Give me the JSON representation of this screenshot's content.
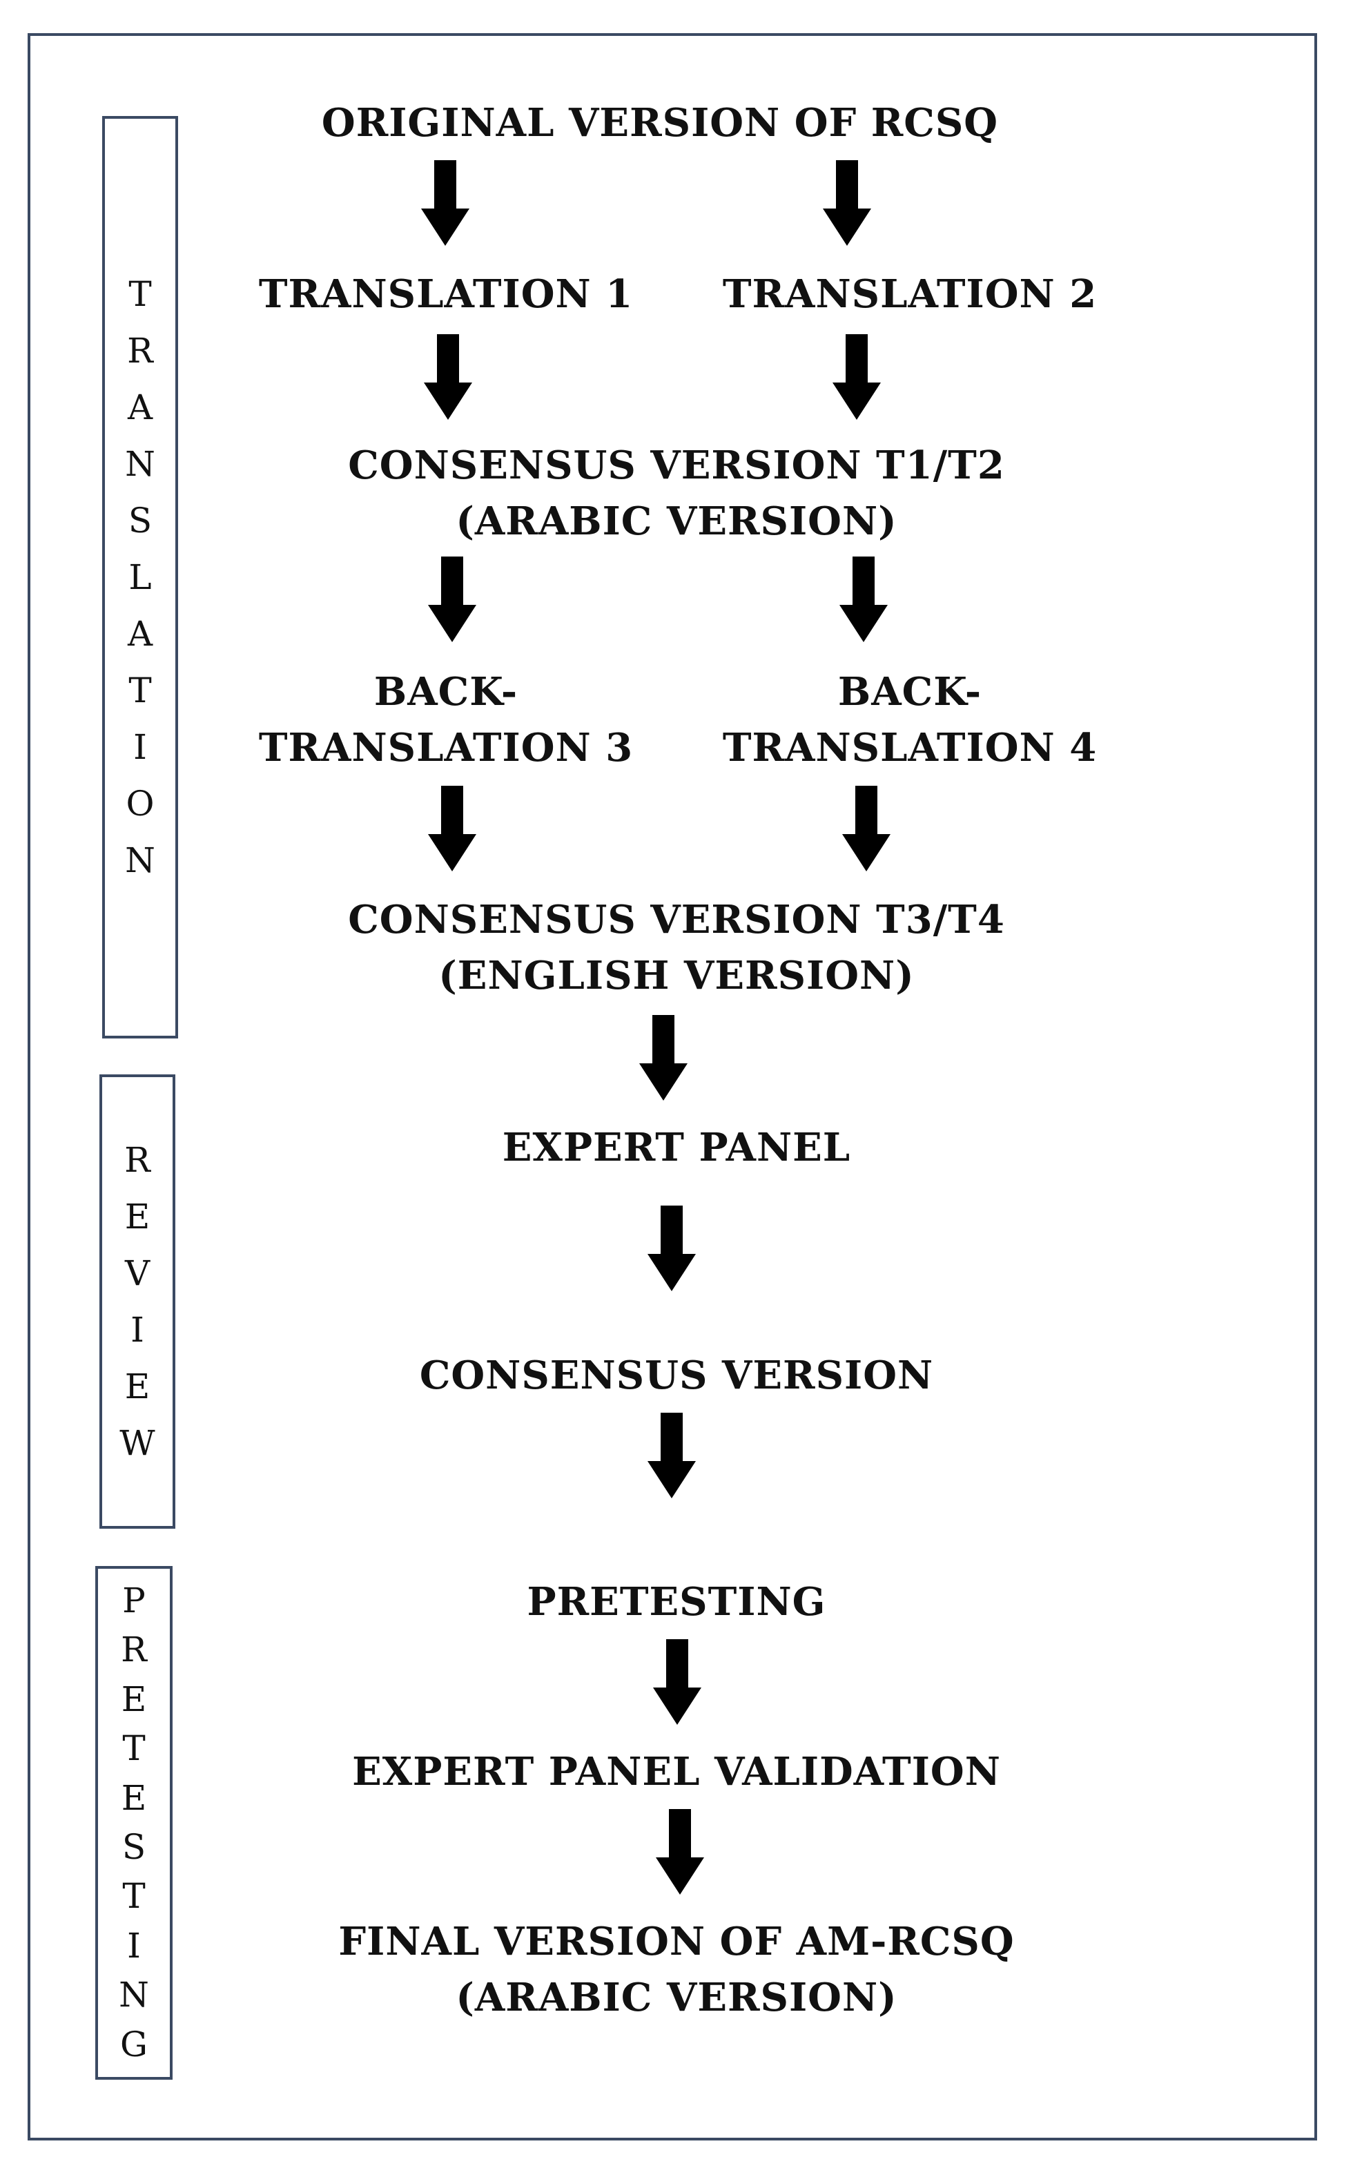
{
  "phases": [
    {
      "id": "translation",
      "label": "TRANSLATION"
    },
    {
      "id": "review",
      "label": "REVIEW"
    },
    {
      "id": "pretesting",
      "label": "PRETESTING"
    }
  ],
  "nodes": {
    "original": [
      "ORIGINAL VERSION OF RCSQ"
    ],
    "t1": [
      "TRANSLATION 1"
    ],
    "t2": [
      "TRANSLATION 2"
    ],
    "consensus_t1t2": [
      "CONSENSUS VERSION T1/T2",
      "(ARABIC VERSION)"
    ],
    "bt3": [
      "BACK-",
      "TRANSLATION 3"
    ],
    "bt4": [
      "BACK-",
      "TRANSLATION 4"
    ],
    "consensus_t3t4": [
      "CONSENSUS VERSION T3/T4",
      "(ENGLISH VERSION)"
    ],
    "expert_panel": [
      "EXPERT PANEL"
    ],
    "consensus": [
      "CONSENSUS VERSION"
    ],
    "pretesting": [
      "PRETESTING"
    ],
    "expert_validation": [
      "EXPERT PANEL VALIDATION"
    ],
    "final": [
      "FINAL VERSION OF AM-RCSQ",
      "(ARABIC VERSION)"
    ]
  },
  "colors": {
    "border": "#3b4a63",
    "arrow": "#000000",
    "text": "#111111"
  }
}
